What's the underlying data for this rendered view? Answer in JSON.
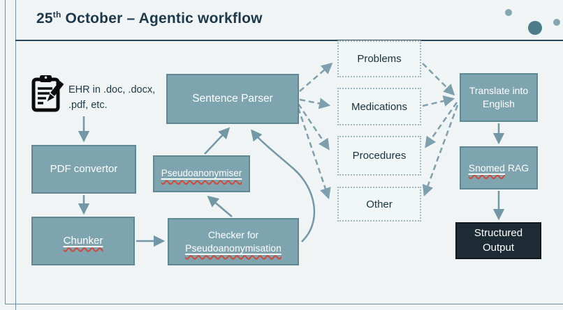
{
  "title": {
    "day": "25",
    "ordinal": "th",
    "rest": " October – Agentic workflow"
  },
  "input_note": {
    "icon": "clipboard-pencil-icon",
    "line1": "EHR in .doc, .docx,",
    "line2": ".pdf, etc."
  },
  "nodes": {
    "pdf_convertor": {
      "label": "PDF convertor"
    },
    "chunker": {
      "label": "Chunker",
      "spellchecked": true
    },
    "pseudoanonymiser": {
      "label": "Pseudoanonymiser",
      "spellchecked": true
    },
    "checker": {
      "line1": "Checker for",
      "line2": "Pseudoanonymisation",
      "line2_spellchecked": true
    },
    "sentence_parser": {
      "label": "Sentence Parser"
    },
    "translate": {
      "line1": "Translate into",
      "line2": "English"
    },
    "snomed_rag": {
      "word_spellchecked": "Snomed",
      "word_rest": " RAG"
    },
    "structured_output": {
      "line1": "Structured",
      "line2": "Output"
    }
  },
  "categories": [
    {
      "label": "Problems"
    },
    {
      "label": "Medications"
    },
    {
      "label": "Procedures"
    },
    {
      "label": "Other"
    }
  ],
  "colors": {
    "background": "#f0f4f5",
    "node_fill": "#7ea5af",
    "node_border": "#5f8794",
    "dark_node_fill": "#1d2c34",
    "solid_arrow": "#7297a5",
    "dashed_arrow": "#7e9fae",
    "dotted_box_border": "#9db8c0",
    "title_text": "#1d3a4c",
    "spellcheck_red": "#cf4a3c",
    "frame_line": "#6b93a0",
    "title_rule": "#27465a",
    "decor_dot_small": "#87a7b0",
    "decor_dot_large": "#4c7b8a"
  }
}
